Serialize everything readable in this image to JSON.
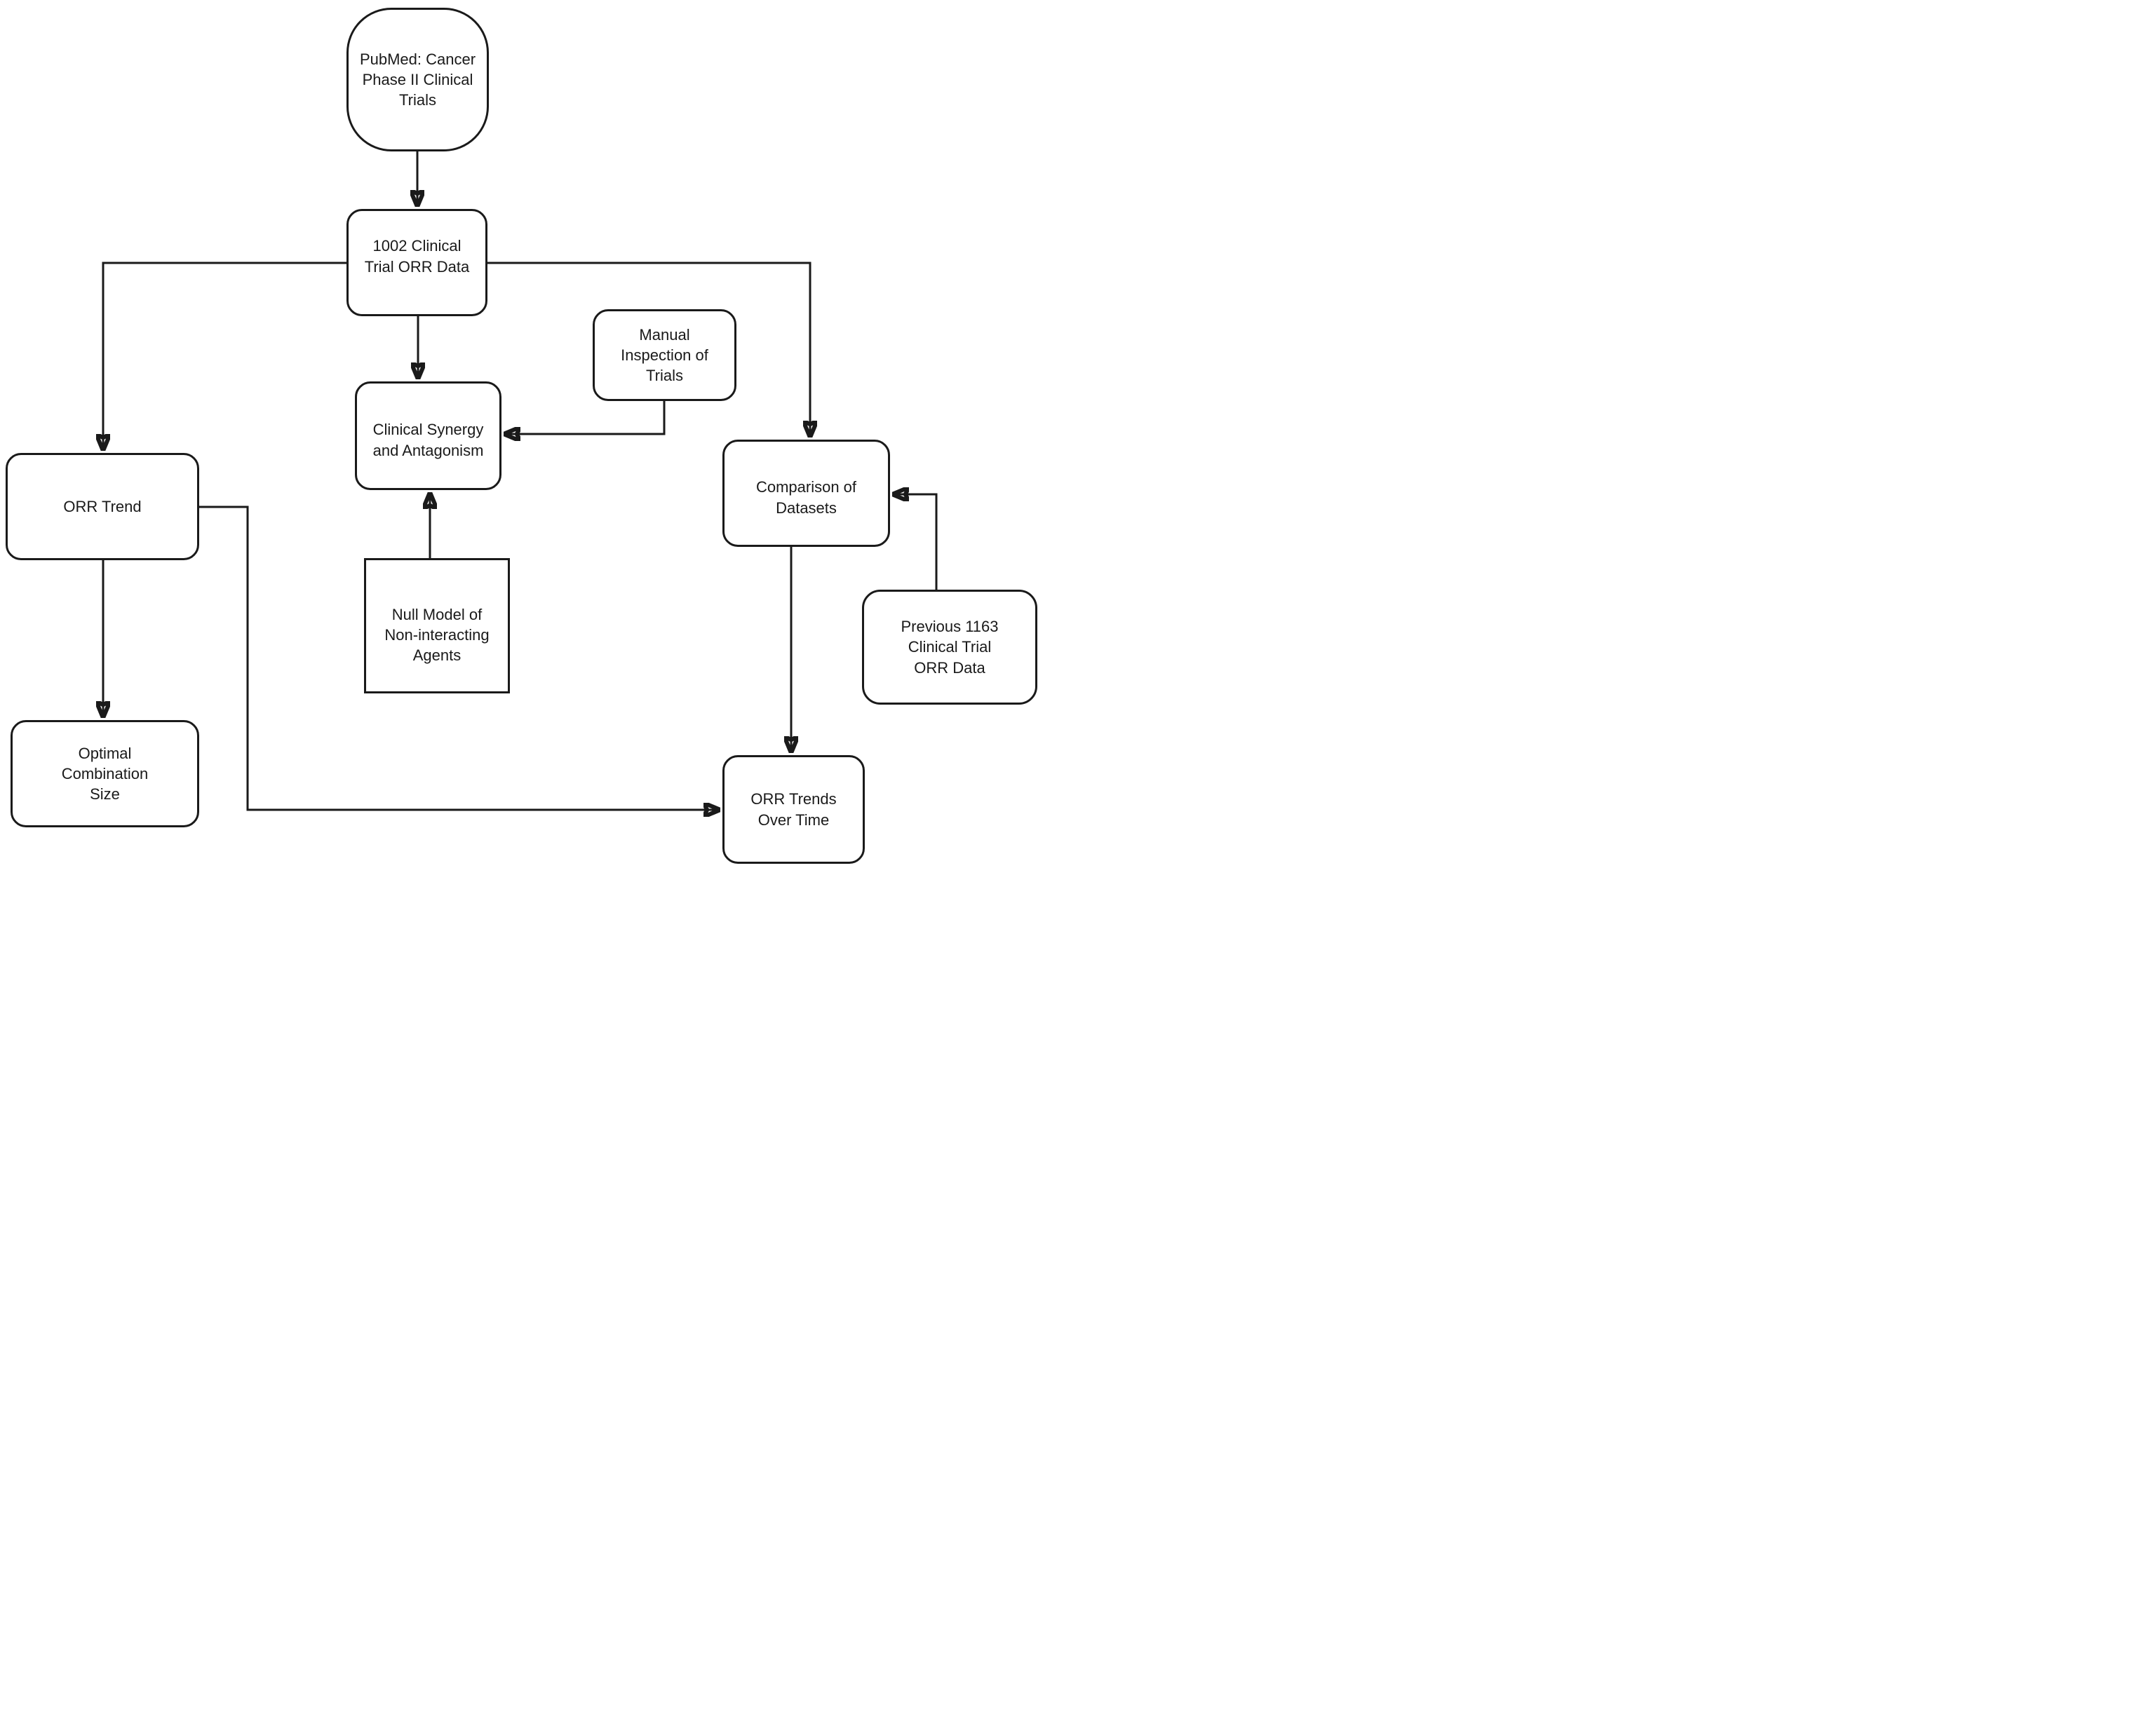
{
  "diagram": {
    "type": "flowchart",
    "background_color": "#ffffff",
    "line_color": "#1a1a1a",
    "nodes": {
      "pubmed_source": {
        "label": "PubMed: Cancer\nPhase II Clinical\nTrials",
        "shape": "terminator"
      },
      "clinical_trial_data": {
        "label": "1002 Clinical\nTrial ORR Data",
        "shape": "rounded-rectangle"
      },
      "manual_inspection": {
        "label": "Manual\nInspection of\nTrials",
        "shape": "rounded-rectangle"
      },
      "clinical_synergy": {
        "label": "Clinical Synergy\nand Antagonism",
        "shape": "rounded-rectangle"
      },
      "orr_trend": {
        "label": "ORR Trend",
        "shape": "rounded-rectangle"
      },
      "null_model": {
        "label": "Null Model of\nNon-interacting\nAgents",
        "shape": "rectangle"
      },
      "comparison_datasets": {
        "label": "Comparison of\nDatasets",
        "shape": "rounded-rectangle"
      },
      "previous_data": {
        "label": "Previous 1163\nClinical Trial\nORR Data",
        "shape": "rounded-rectangle"
      },
      "optimal_combination": {
        "label": "Optimal\nCombination\nSize",
        "shape": "rounded-rectangle"
      },
      "orr_trends_over_time": {
        "label": "ORR Trends\nOver Time",
        "shape": "rounded-rectangle"
      }
    },
    "edges": [
      {
        "from": "pubmed_source",
        "to": "clinical_trial_data",
        "route": "straight-down"
      },
      {
        "from": "clinical_trial_data",
        "to": "clinical_synergy",
        "route": "straight-down"
      },
      {
        "from": "clinical_trial_data",
        "to": "orr_trend",
        "route": "left-then-down"
      },
      {
        "from": "clinical_trial_data",
        "to": "comparison_datasets",
        "route": "right-then-down"
      },
      {
        "from": "manual_inspection",
        "to": "clinical_synergy",
        "route": "down-then-left"
      },
      {
        "from": "null_model",
        "to": "clinical_synergy",
        "route": "straight-up"
      },
      {
        "from": "orr_trend",
        "to": "optimal_combination",
        "route": "straight-down"
      },
      {
        "from": "orr_trend",
        "to": "orr_trends_over_time",
        "route": "right-down-right"
      },
      {
        "from": "comparison_datasets",
        "to": "orr_trends_over_time",
        "route": "straight-down"
      },
      {
        "from": "previous_data",
        "to": "comparison_datasets",
        "route": "up-then-left"
      }
    ]
  }
}
